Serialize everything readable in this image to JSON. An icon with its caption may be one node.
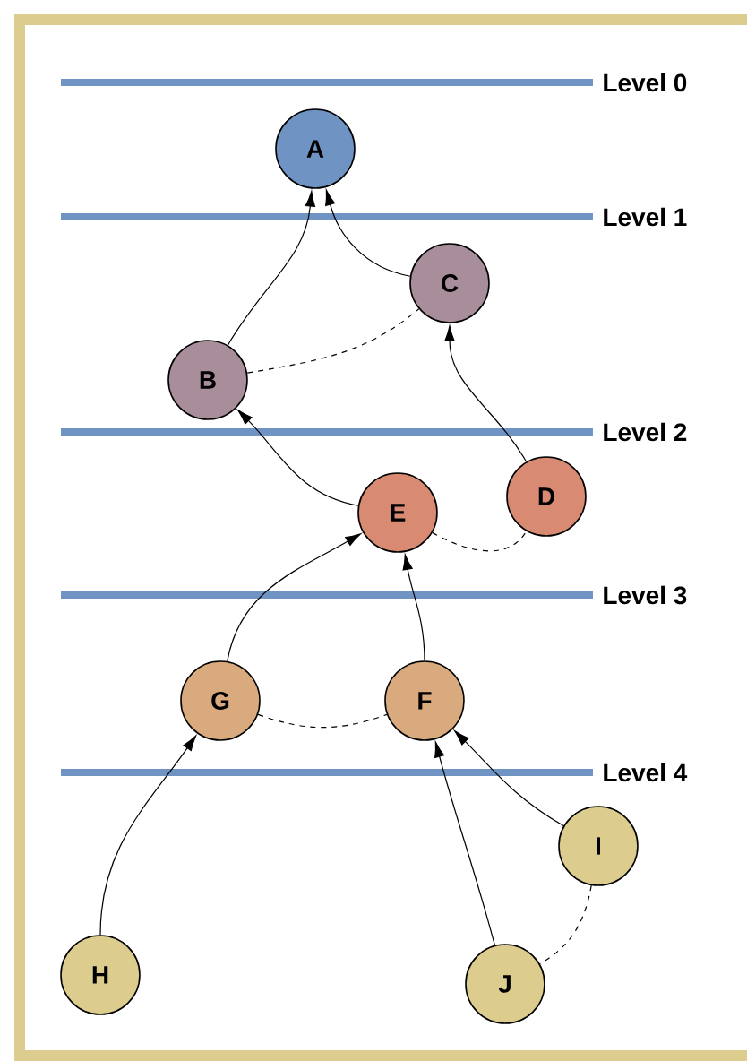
{
  "diagram": {
    "nodes": [
      {
        "text": [
          "A"
        ]
      },
      {
        "text": [
          "C"
        ]
      },
      {
        "text": [
          "B"
        ]
      },
      {
        "text": [
          "E"
        ]
      },
      {
        "text": [
          "D"
        ]
      },
      {
        "text": [
          "G"
        ]
      },
      {
        "text": [
          "F"
        ]
      },
      {
        "text": [
          "I"
        ]
      },
      {
        "text": [
          "H"
        ]
      },
      {
        "text": [
          "J"
        ]
      }
    ],
    "edges": [
      {
        "from": 2,
        "to": 0,
        "arrow": "to"
      },
      {
        "from": 1,
        "to": 0,
        "arrow": "to"
      },
      {
        "from": 2,
        "to": 1,
        "arrow": "none",
        "style": "dashed"
      },
      {
        "from": 4,
        "to": 1,
        "arrow": "to"
      },
      {
        "from": 3,
        "to": 2,
        "arrow": "to"
      },
      {
        "from": 3,
        "to": 4,
        "arrow": "none",
        "style": "dashed"
      },
      {
        "from": 5,
        "to": 3,
        "arrow": "to"
      },
      {
        "from": 6,
        "to": 3,
        "arrow": "to"
      },
      {
        "from": 5,
        "to": 6,
        "arrow": "none",
        "style": "dashed"
      },
      {
        "from": 8,
        "to": 5,
        "arrow": "to"
      },
      {
        "from": 9,
        "to": 6,
        "arrow": "to"
      },
      {
        "from": 7,
        "to": 6,
        "arrow": "to"
      },
      {
        "from": 7,
        "to": 9,
        "arrow": "none",
        "style": "dashed"
      }
    ],
    "labels": [
      "Level 0",
      "Level 1",
      "Level 2",
      "Level 3",
      "Level 4"
    ]
  }
}
